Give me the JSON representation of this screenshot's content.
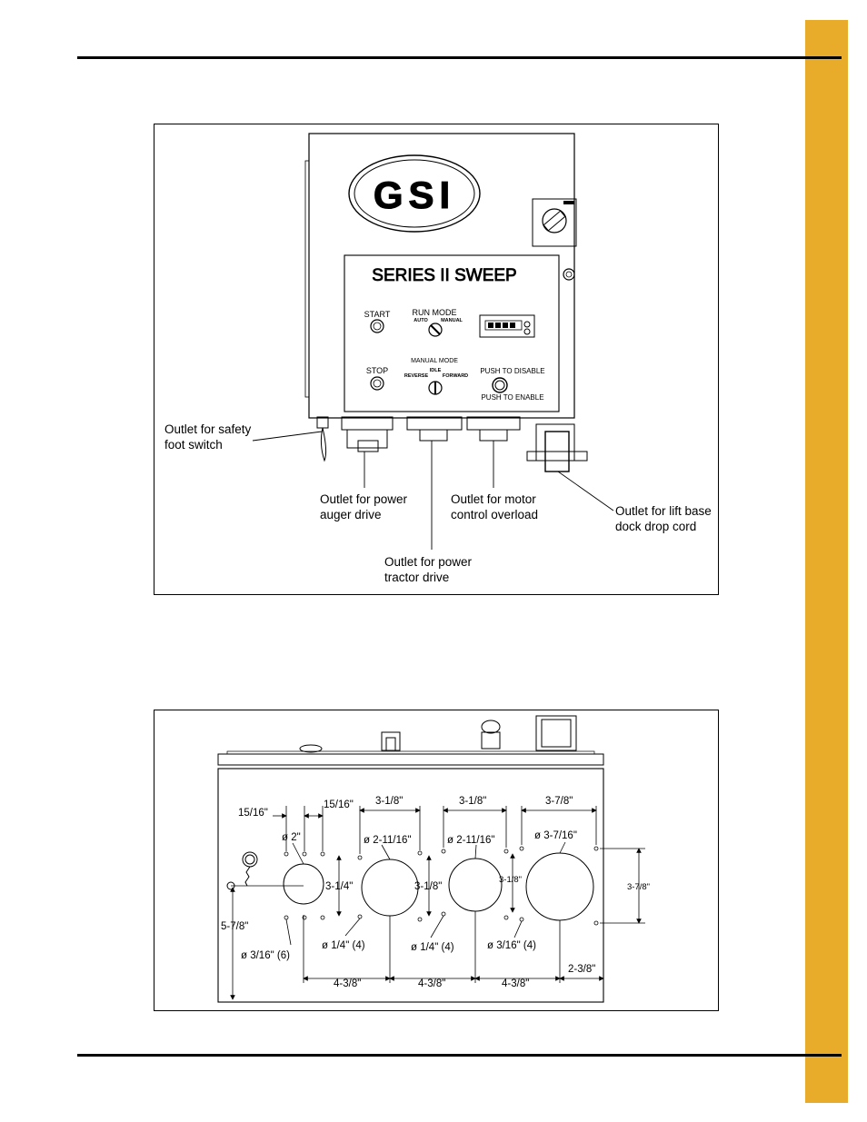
{
  "colors": {
    "tab": "#e8ac2a",
    "ink": "#000000",
    "paper": "#ffffff"
  },
  "figure1": {
    "logo": "GSI",
    "panel_title": "SERIES II SWEEP",
    "controls": {
      "start": "START",
      "stop": "STOP",
      "run_mode": "RUN MODE",
      "auto": "AUTO",
      "manual": "MANUAL",
      "manual_mode": "MANUAL MODE",
      "reverse": "REVERSE",
      "idle": "IDLE",
      "forward": "FORWARD",
      "push_disable": "PUSH TO DISABLE",
      "push_enable": "PUSH TO ENABLE"
    },
    "callouts": [
      {
        "line1": "Outlet for safety",
        "line2": "foot switch"
      },
      {
        "line1": "Outlet for power",
        "line2": "auger drive"
      },
      {
        "line1": "Outlet for motor",
        "line2": "control overload"
      },
      {
        "line1": "Outlet for lift base",
        "line2": "dock drop cord"
      },
      {
        "line1": "Outlet for power",
        "line2": "tractor drive"
      }
    ]
  },
  "figure2": {
    "dims": {
      "d15_16_left": "15/16\"",
      "d15_16_right": "15/16\"",
      "d3_1_8_a": "3-1/8\"",
      "d3_1_8_b": "3-1/8\"",
      "d3_7_8_top": "3-7/8\"",
      "dia2": "ø 2\"",
      "dia2_11_16_a": "ø 2-11/16\"",
      "dia2_11_16_b": "ø 2-11/16\"",
      "dia3_7_16": "ø 3-7/16\"",
      "d3_1_4": "3-1/4\"",
      "d3_1_8_vert_a": "3-1/8\"",
      "d3_1_8_vert_b": "3-1/8\"",
      "d3_7_8_side": "3-7/8\"",
      "d5_7_8": "5-7/8\"",
      "dia3_16_6": "ø 3/16\" (6)",
      "dia1_4_4_a": "ø 1/4\" (4)",
      "dia1_4_4_b": "ø 1/4\" (4)",
      "dia3_16_4": "ø 3/16\" (4)",
      "d4_3_8_a": "4-3/8\"",
      "d4_3_8_b": "4-3/8\"",
      "d4_3_8_c": "4-3/8\"",
      "d2_3_8": "2-3/8\""
    }
  }
}
